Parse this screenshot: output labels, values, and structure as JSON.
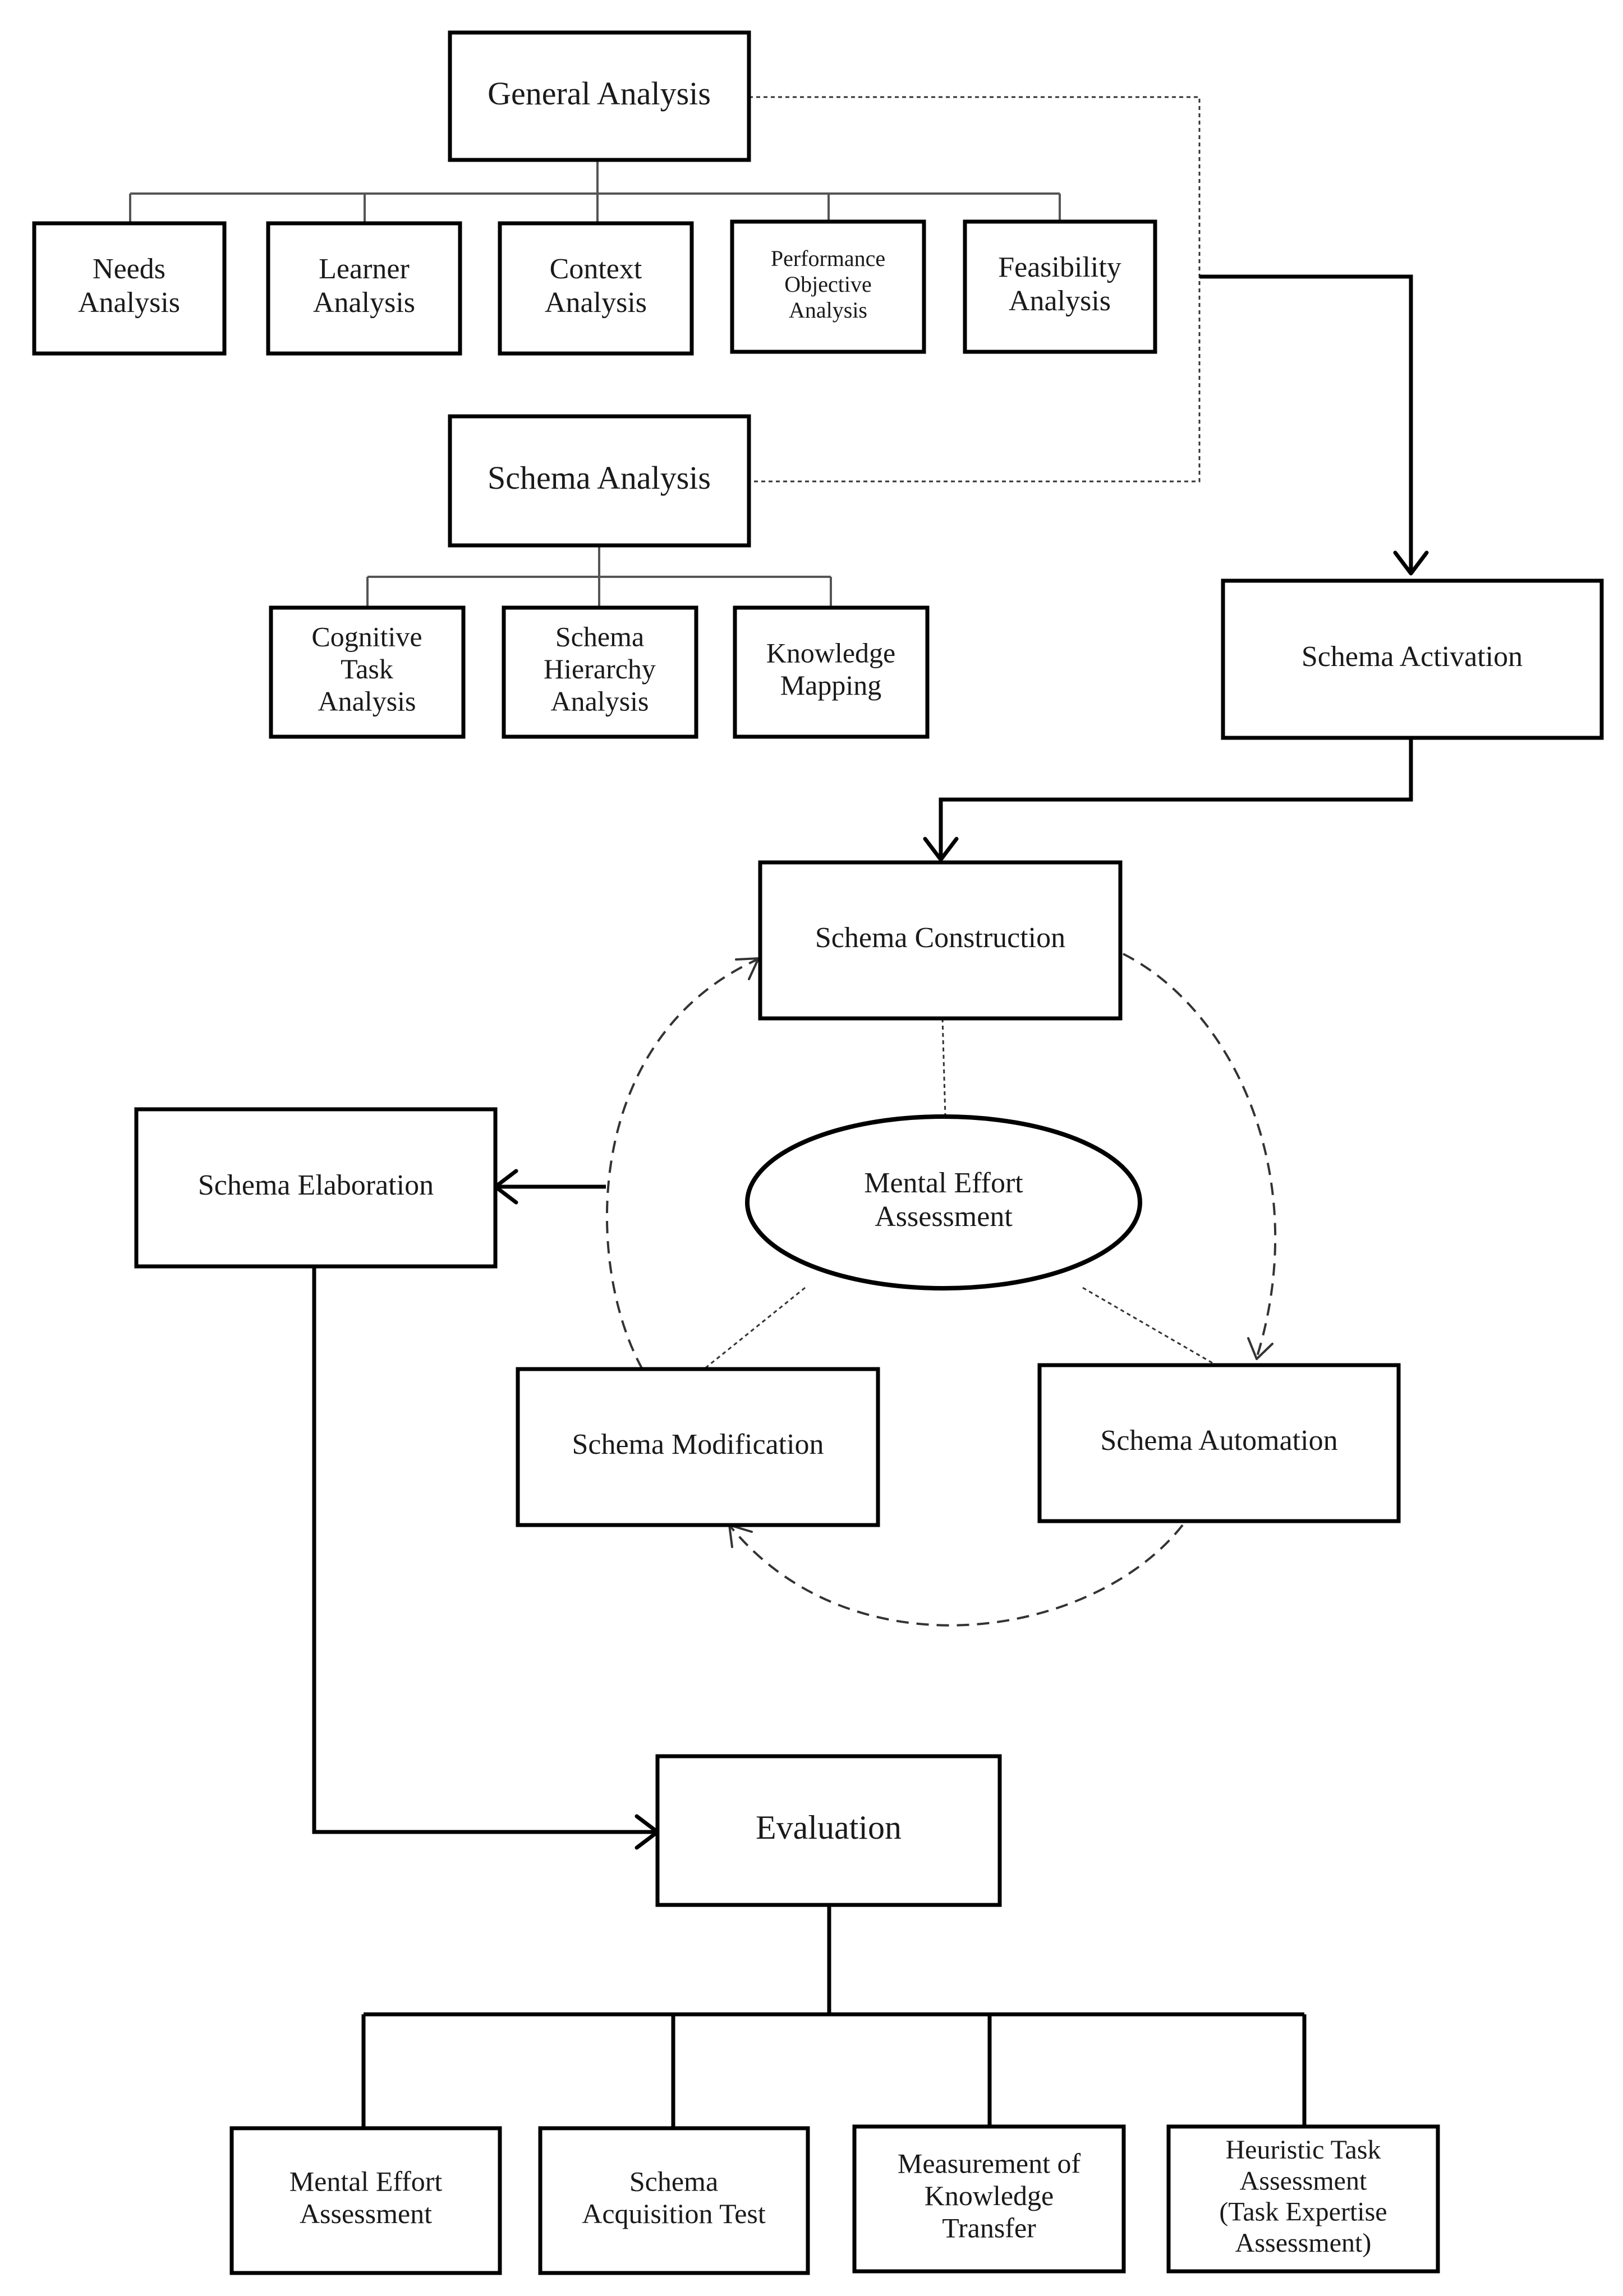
{
  "nodes": {
    "general_analysis": [
      "General Analysis"
    ],
    "needs_analysis": [
      "Needs",
      "Analysis"
    ],
    "learner_analysis": [
      "Learner",
      "Analysis"
    ],
    "context_analysis": [
      "Context",
      "Analysis"
    ],
    "performance_objective_analysis": [
      "Performance",
      "Objective",
      "Analysis"
    ],
    "feasibility_analysis": [
      "Feasibility",
      "Analysis"
    ],
    "schema_analysis": [
      "Schema Analysis"
    ],
    "cognitive_task_analysis": [
      "Cognitive",
      "Task",
      "Analysis"
    ],
    "schema_hierarchy_analysis": [
      "Schema",
      "Hierarchy",
      "Analysis"
    ],
    "knowledge_mapping": [
      "Knowledge",
      "Mapping"
    ],
    "schema_activation": [
      "Schema Activation"
    ],
    "schema_construction": [
      "Schema Construction"
    ],
    "mental_effort_center": [
      "Mental Effort",
      "Assessment"
    ],
    "schema_elaboration": [
      "Schema Elaboration"
    ],
    "schema_modification": [
      "Schema Modification"
    ],
    "schema_automation": [
      "Schema Automation"
    ],
    "evaluation": [
      "Evaluation"
    ],
    "eval_mental_effort": [
      "Mental Effort",
      "Assessment"
    ],
    "eval_schema_acquisition": [
      "Schema",
      "Acquisition Test"
    ],
    "eval_knowledge_transfer": [
      "Measurement of",
      "Knowledge",
      "Transfer"
    ],
    "eval_heuristic_task": [
      "Heuristic Task",
      "Assessment",
      "(Task Expertise",
      "Assessment)"
    ]
  }
}
